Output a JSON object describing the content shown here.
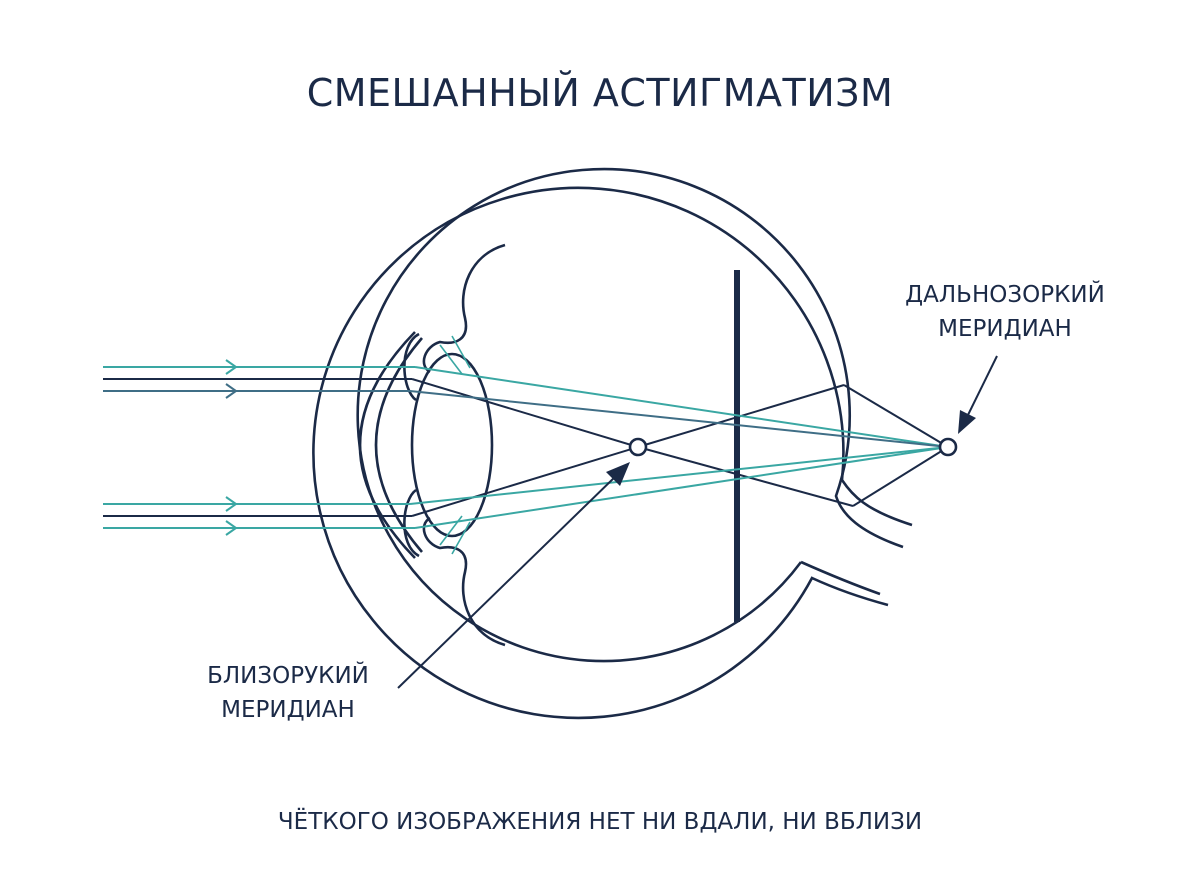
{
  "title": "СМЕШАННЫЙ АСТИГМАТИЗМ",
  "labels": {
    "hyperopic_line1": "ДАЛЬНОЗОРКИЙ",
    "hyperopic_line2": "МЕРИДИАН",
    "myopic_line1": "БЛИЗОРУКИЙ",
    "myopic_line2": "МЕРИДИАН"
  },
  "caption": "ЧЁТКОГО ИЗОБРАЖЕНИЯ НЕТ НИ ВДАЛИ, НИ ВБЛИЗИ",
  "colors": {
    "navy": "#1b2a47",
    "teal": "#3aa7a3",
    "slate": "#3f6e86"
  }
}
